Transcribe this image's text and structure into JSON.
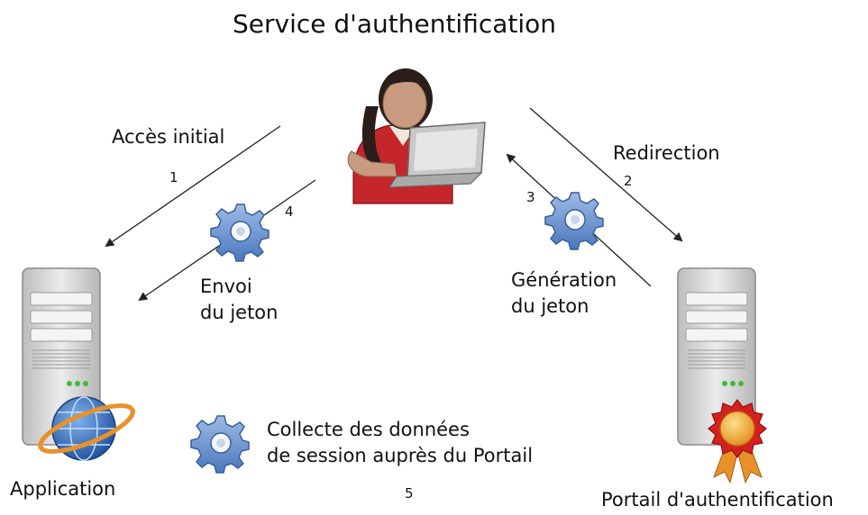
{
  "title": "Service d'authentification",
  "nodes": {
    "application": "Application",
    "portal": "Portail d'authentification"
  },
  "steps": [
    {
      "number": "1",
      "label": "Accès initial"
    },
    {
      "number": "2",
      "label": "Redirection"
    },
    {
      "number": "3",
      "label_line1": "Génération",
      "label_line2": "du jeton"
    },
    {
      "number": "4",
      "label_line1": "Envoi",
      "label_line2": "du jeton"
    },
    {
      "number": "5",
      "label_line1": "Collecte des données",
      "label_line2": "de session auprès du Portail"
    }
  ],
  "colors": {
    "arrow": "#222222",
    "gear": "#6f96cf",
    "server": "#d6d6d6",
    "shirt": "#c4262b",
    "globe": "#2f6fbf",
    "ring": "#e8912a",
    "rosette": "#d62020"
  }
}
